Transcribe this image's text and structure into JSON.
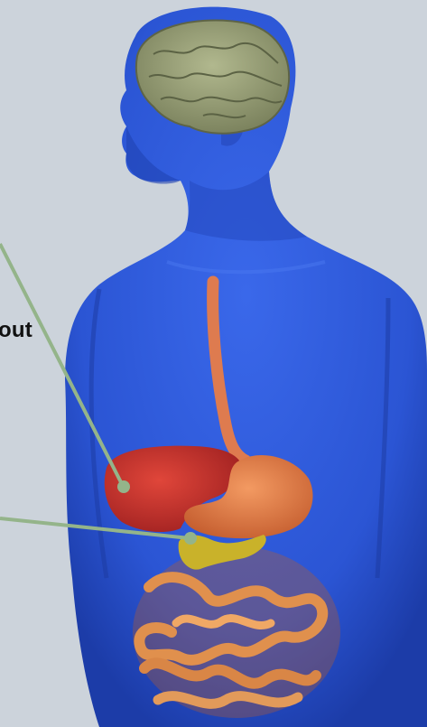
{
  "illustration": {
    "caption_fragment": "out",
    "colors": {
      "background": "#ccd3db",
      "body": "#2f59d8",
      "body_dark": "#1d3fae",
      "brain": "#9aa37c",
      "liver": "#c8342a",
      "stomach": "#e27b45",
      "esophagus": "#de7b4f",
      "pancreas": "#c9b22a",
      "intestines": "#e0904d",
      "pointer_line": "#94b48a"
    },
    "pointers": [
      {
        "target": "liver"
      },
      {
        "target": "pancreas"
      }
    ]
  }
}
